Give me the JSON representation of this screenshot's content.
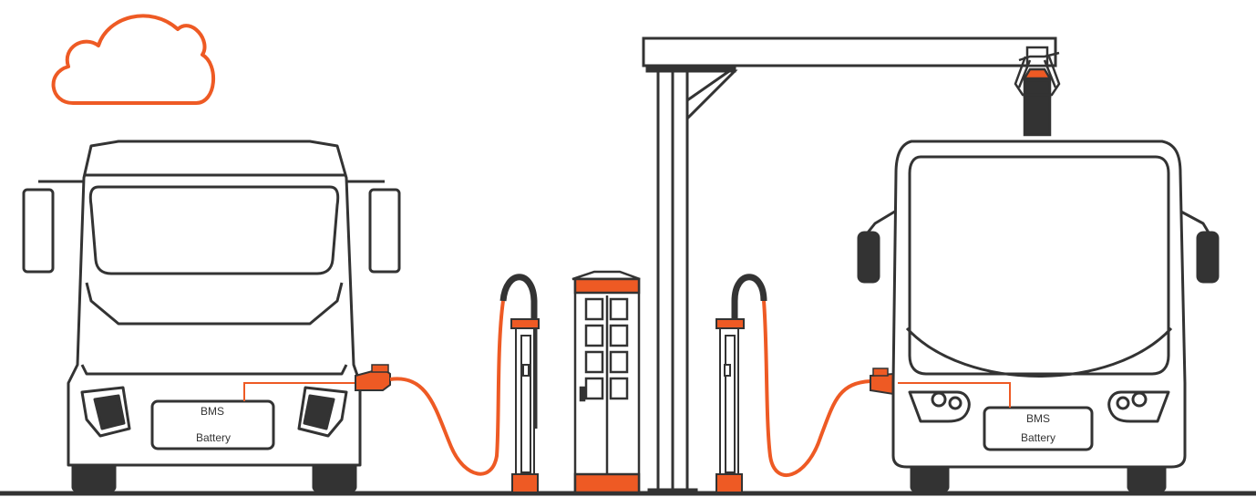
{
  "colors": {
    "outline": "#333333",
    "accent": "#ee5a24",
    "dark": "#333333",
    "background": "#ffffff"
  },
  "truck": {
    "bms_label": "BMS",
    "battery_label": "Battery"
  },
  "bus": {
    "bms_label": "BMS",
    "battery_label": "Battery"
  },
  "icons": [
    "cloud-icon",
    "pantograph-icon",
    "charging-plug-icon"
  ]
}
